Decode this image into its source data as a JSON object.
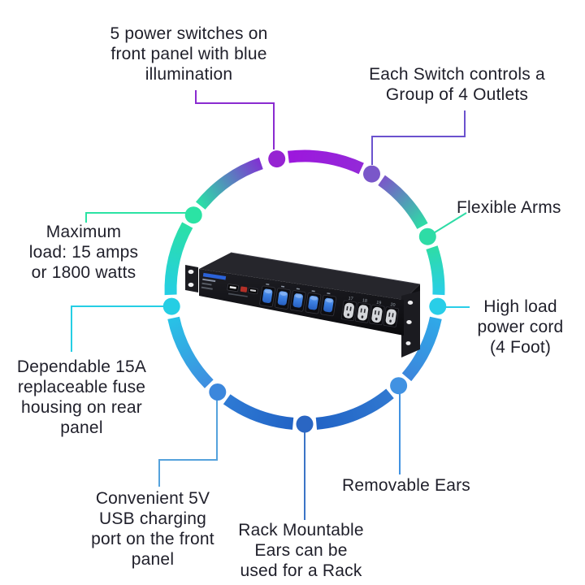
{
  "background": "#ffffff",
  "text_color": "#1f1f2a",
  "callouts": [
    {
      "id": "five-power-switches",
      "label": "5 power switches on\nfront panel with blue\nillumination",
      "line_color": "#8A2BD0",
      "dot_color": "#9623D2"
    },
    {
      "id": "each-switch-group",
      "label": "Each Switch controls a\nGroup of 4 Outlets",
      "line_color": "#6B52CE",
      "dot_color": "#7A57C9"
    },
    {
      "id": "flexible-arms",
      "label": "Flexible Arms",
      "line_color": "#2EDCA6",
      "dot_color": "#2EDCA6"
    },
    {
      "id": "high-load-cord",
      "label": "High load\npower cord\n(4 Foot)",
      "line_color": "#29CEE8",
      "dot_color": "#29CEE8"
    },
    {
      "id": "removable-ears",
      "label": "Removable Ears",
      "line_color": "#4192E2",
      "dot_color": "#4192E2"
    },
    {
      "id": "rack-mountable-ears",
      "label": "Rack Mountable\nEars can be\nused for a Rack",
      "line_color": "#3B74C6",
      "dot_color": "#2A66C3"
    },
    {
      "id": "convenient-usb",
      "label": "Convenient 5V\nUSB charging\nport on the front\npanel",
      "line_color": "#55A2DC",
      "dot_color": "#3C87DC"
    },
    {
      "id": "dependable-fuse",
      "label": "Dependable 15A\nreplaceable fuse\nhousing on rear\npanel",
      "line_color": "#25CEE4",
      "dot_color": "#25CEE4"
    },
    {
      "id": "maximum-load",
      "label": "Maximum\nload: 15 amps\nor 1800 watts",
      "line_color": "#2BE3A4",
      "dot_color": "#2BE3A4"
    }
  ],
  "ring": {
    "segments": [
      {
        "from": "#9D17DD",
        "to": "#9329D8"
      },
      {
        "from": "#7A57C9",
        "to": "#2EDCA6"
      },
      {
        "from": "#2EDCA6",
        "to": "#29CEE8"
      },
      {
        "from": "#2FA9E8",
        "to": "#3C86DC"
      },
      {
        "from": "#3078D0",
        "to": "#2264C6"
      },
      {
        "from": "#2264C6",
        "to": "#2E7AD4"
      },
      {
        "from": "#3F8EE0",
        "to": "#28C2E6"
      },
      {
        "from": "#25CEE4",
        "to": "#2BE0A6"
      },
      {
        "from": "#2BDFA7",
        "to": "#8033D2"
      }
    ]
  },
  "product": {
    "description": "Black 1U rack-mount power strip with 5 blue rocker switches and 4 front outlets",
    "switch_count": 5,
    "outlet_labels": [
      "17",
      "18",
      "19",
      "20"
    ]
  }
}
